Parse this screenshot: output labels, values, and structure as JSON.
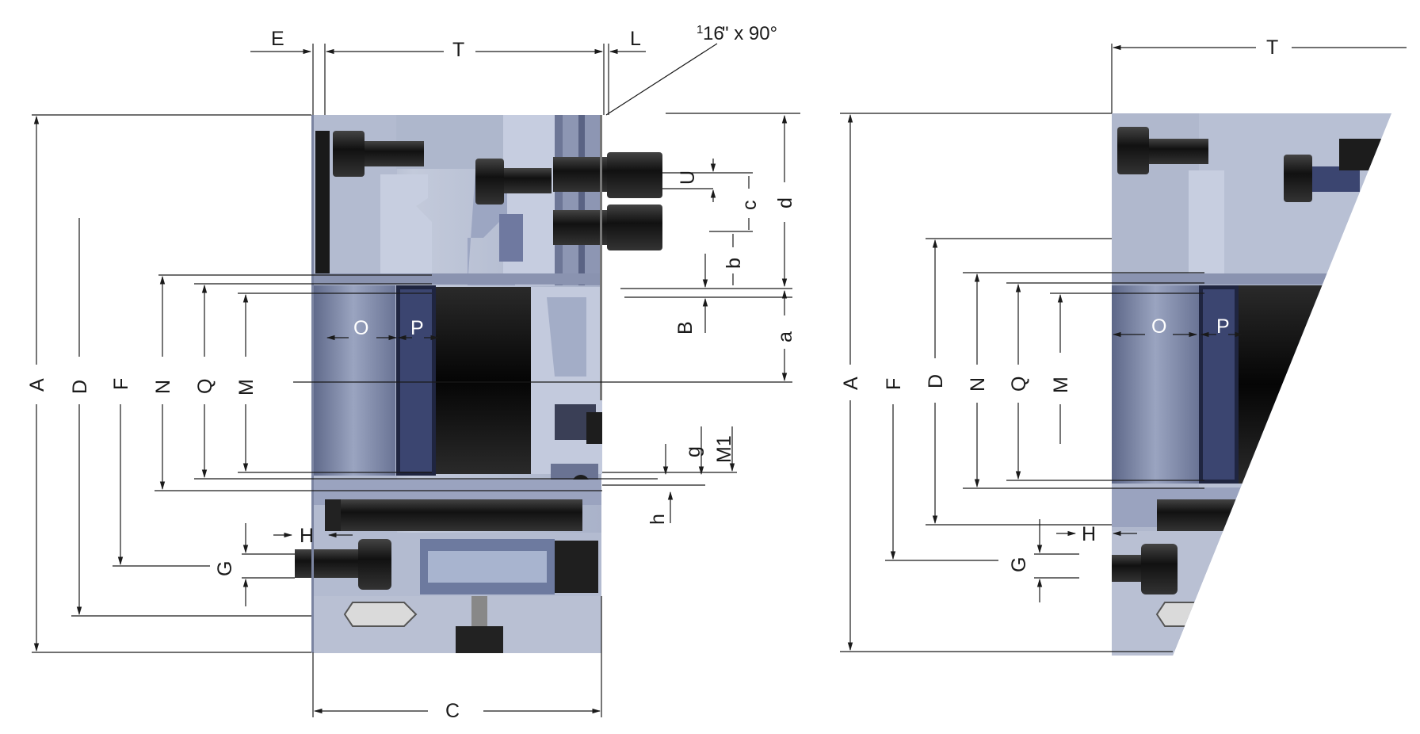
{
  "left_view": {
    "labels": {
      "E": "E",
      "T": "T",
      "L": "L",
      "A": "A",
      "D": "D",
      "F": "F",
      "N": "N",
      "Q": "Q",
      "M": "M",
      "O": "O",
      "P": "P",
      "U": "U",
      "c": "c",
      "d": "d",
      "b": "b",
      "B": "B",
      "a": "a",
      "g": "g",
      "M1": "M1",
      "h": "h",
      "H": "H",
      "G": "G",
      "C": "C"
    },
    "chamfer_note": {
      "numerator": "1",
      "denominator": "16",
      "rest": "\" x 90°"
    }
  },
  "right_view": {
    "labels": {
      "T": "T",
      "A": "A",
      "F": "F",
      "D": "D",
      "N": "N",
      "Q": "Q",
      "M": "M",
      "O": "O",
      "P": "P",
      "H": "H",
      "G": "G"
    }
  },
  "colors": {
    "body_main": "#b7bfd3",
    "body_dark": "#8690ad",
    "body_light": "#cfd5e4",
    "bore_dark": "#101010",
    "bolt": "#1c1c1c",
    "line": "#1a1a1a"
  }
}
